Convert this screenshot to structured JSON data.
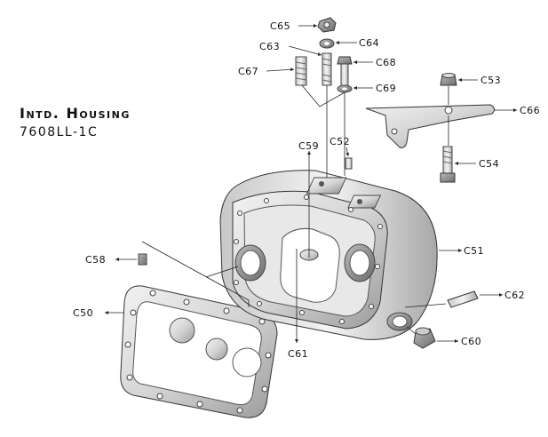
{
  "diagram": {
    "title": "Intd. Housing",
    "subtitle": "7608LL-1C",
    "parts": {
      "c50": "C50",
      "c51": "C51",
      "c52": "C52",
      "c53": "C53",
      "c54": "C54",
      "c58": "C58",
      "c59": "C59",
      "c60": "C60",
      "c61": "C61",
      "c62": "C62",
      "c63": "C63",
      "c64": "C64",
      "c65": "C65",
      "c66": "C66",
      "c67": "C67",
      "c68": "C68",
      "c69": "C69"
    }
  }
}
